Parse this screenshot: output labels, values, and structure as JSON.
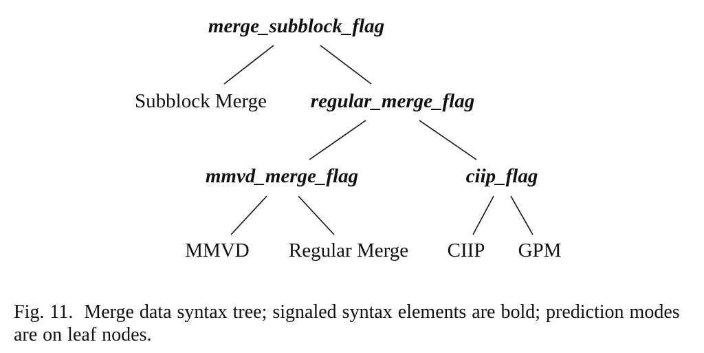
{
  "tree": {
    "nodes": {
      "merge_subblock_flag": {
        "label": "merge_subblock_flag",
        "kind": "syntax-element"
      },
      "subblock_merge": {
        "label": "Subblock Merge",
        "kind": "prediction-mode"
      },
      "regular_merge_flag": {
        "label": "regular_merge_flag",
        "kind": "syntax-element"
      },
      "mmvd_merge_flag": {
        "label": "mmvd_merge_flag",
        "kind": "syntax-element"
      },
      "ciip_flag": {
        "label": "ciip_flag",
        "kind": "syntax-element"
      },
      "mmvd": {
        "label": "MMVD",
        "kind": "prediction-mode"
      },
      "regular_merge": {
        "label": "Regular Merge",
        "kind": "prediction-mode"
      },
      "ciip": {
        "label": "CIIP",
        "kind": "prediction-mode"
      },
      "gpm": {
        "label": "GPM",
        "kind": "prediction-mode"
      }
    },
    "edges": [
      [
        "merge_subblock_flag",
        "subblock_merge"
      ],
      [
        "merge_subblock_flag",
        "regular_merge_flag"
      ],
      [
        "regular_merge_flag",
        "mmvd_merge_flag"
      ],
      [
        "regular_merge_flag",
        "ciip_flag"
      ],
      [
        "mmvd_merge_flag",
        "mmvd"
      ],
      [
        "mmvd_merge_flag",
        "regular_merge"
      ],
      [
        "ciip_flag",
        "ciip"
      ],
      [
        "ciip_flag",
        "gpm"
      ]
    ]
  },
  "caption": {
    "label": "Fig. 11.",
    "text": "Merge data syntax tree; signaled syntax elements are bold; prediction modes are on leaf nodes."
  },
  "colors": {
    "ink": "#111111",
    "background": "#ffffff"
  }
}
